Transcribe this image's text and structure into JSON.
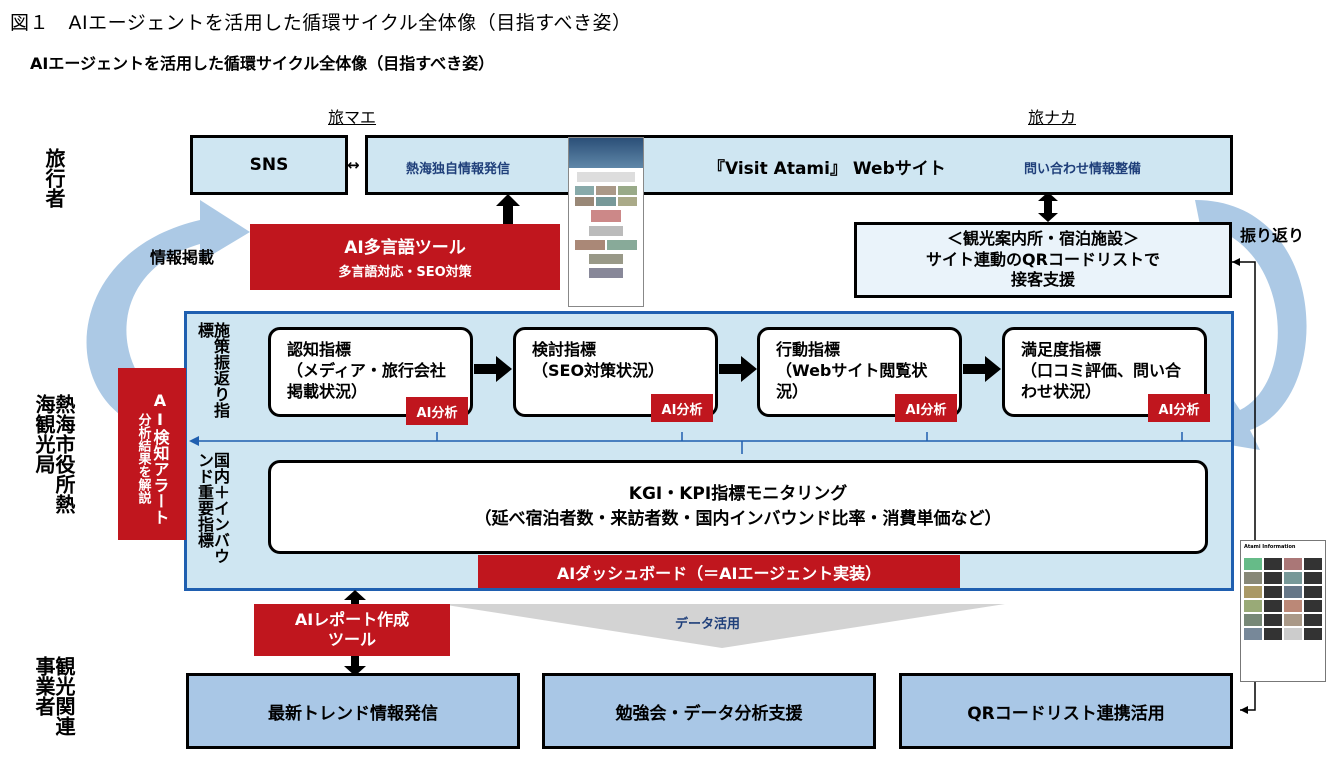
{
  "figure_title": "図１　AIエージェントを活用した循環サイクル全体像（目指すべき姿）",
  "subtitle": "AIエージェントを活用した循環サイクル全体像（目指すべき姿）",
  "orgs": {
    "tabimae": "旅マエ",
    "tabinaka": "旅ナカ"
  },
  "rows": {
    "traveler": "旅行者",
    "atami": "熱海市役所熱海観光局",
    "business": "観光関連事業者"
  },
  "top_bar": {
    "sns": "SNS",
    "atami_info": "熱海独自情報発信",
    "website": "『Visit Atami』 Webサイト",
    "inquiry": "問い合わせ情報整備"
  },
  "multilingual_tool": {
    "title": "AI多言語ツール",
    "sub": "多言語対応・SEO対策"
  },
  "info_posting": "情報掲載",
  "reflection": "振り返り",
  "qr_support": {
    "line1": "＜観光案内所・宿泊施設＞",
    "line2": "サイト連動のQRコードリストで",
    "line3": "接客支援"
  },
  "alert": {
    "main": "AI検知アラート",
    "sub": "分析結果を解説"
  },
  "measures_label": "施策振返り指標",
  "important_label": "国内＋インバウンド重要指標",
  "indicators": [
    {
      "title": "認知指標",
      "detail": "（メディア・旅行会社掲載状況）",
      "tag": "AI分析"
    },
    {
      "title": "検討指標",
      "detail": "（SEO対策状況）",
      "tag": "AI分析"
    },
    {
      "title": "行動指標",
      "detail": "（Webサイト閲覧状況）",
      "tag": "AI分析"
    },
    {
      "title": "満足度指標",
      "detail": "（口コミ評価、問い合わせ状況）",
      "tag": "AI分析"
    }
  ],
  "kgi": {
    "line1": "KGI・KPI指標モニタリング",
    "line2": "（延べ宿泊者数・来訪者数・国内インバウンド比率・消費単価など）"
  },
  "dashboard": "AIダッシュボード（＝AIエージェント実装）",
  "report_tool": {
    "line1": "AIレポート作成",
    "line2": "ツール"
  },
  "data_use": "データ活用",
  "bottom_boxes": [
    "最新トレンド情報発信",
    "勉強会・データ分析支援",
    "QRコードリスト連携活用"
  ],
  "doc_title": "Atami Information",
  "colors": {
    "red": "#c0161e",
    "light_blue": "#cfe6f2",
    "mid_blue": "#a9c7e6",
    "frame_blue": "#1f5fb0",
    "arrow_blue": "#9dbfe0"
  }
}
